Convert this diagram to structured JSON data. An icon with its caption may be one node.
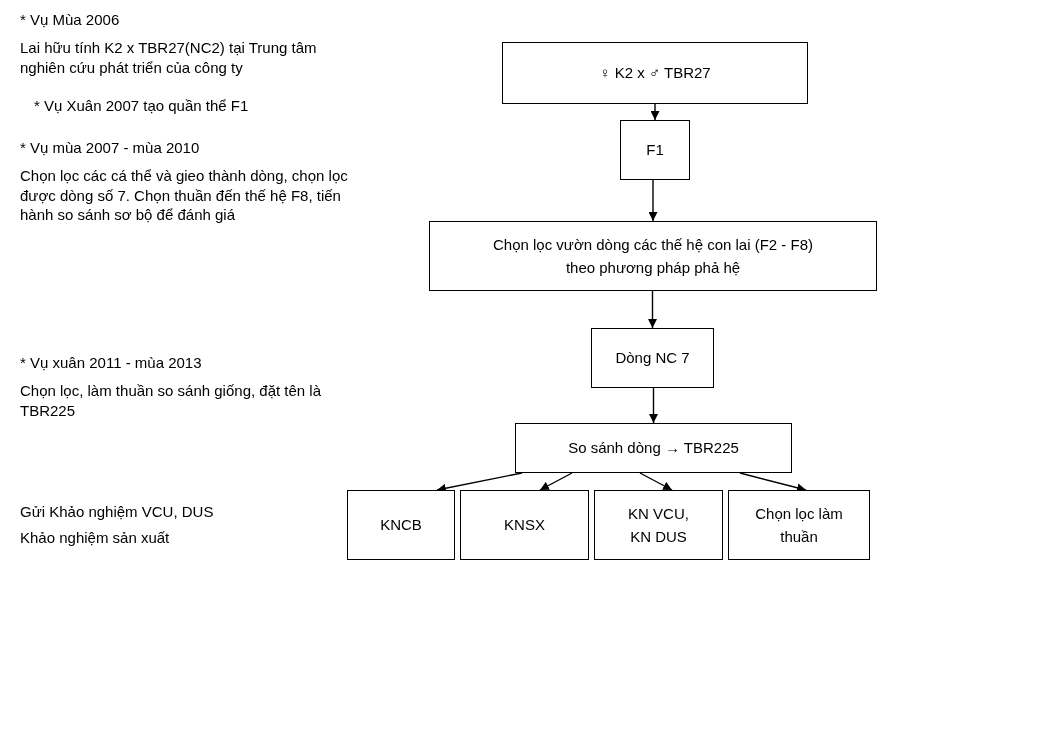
{
  "diagram": {
    "nodes": [
      {
        "text": [
          "♀ K2 x ♂ TBR27"
        ]
      },
      {
        "text": [
          "F1"
        ]
      },
      {
        "text": [
          "Chọn lọc vườn dòng các thế hệ con lai (F2 - F8) theo phương pháp phả hệ"
        ]
      },
      {
        "text": [
          "Dòng NC 7"
        ]
      },
      {
        "text": [
          "So sánh dòng → TBR225"
        ]
      },
      {
        "text": [
          "KNCB"
        ]
      },
      {
        "text": [
          "KNSX"
        ]
      },
      {
        "text": [
          "KN VCU, KN DUS"
        ]
      },
      {
        "text": [
          "Chọn lọc làm thuần"
        ]
      }
    ],
    "edges": [
      {
        "from": 0,
        "to": 1,
        "arrow": "to"
      },
      {
        "from": 1,
        "to": 2,
        "arrow": "to"
      },
      {
        "from": 2,
        "to": 3,
        "arrow": "to"
      },
      {
        "from": 3,
        "to": 4,
        "arrow": "to"
      },
      {
        "from": 4,
        "to": 5,
        "arrow": "to"
      },
      {
        "from": 4,
        "to": 6,
        "arrow": "to"
      },
      {
        "from": 4,
        "to": 7,
        "arrow": "to"
      },
      {
        "from": 4,
        "to": 8,
        "arrow": "to"
      }
    ],
    "labels": [
      "* Vụ Mùa 2006",
      "Lai hữu tính K2 x TBR27(NC2) tại Trung tâm nghiên cứu phát triển của công ty",
      "* Vụ Xuân 2007 tạo quần thể F1",
      "* Vụ mùa 2007 - mùa 2010",
      "Chọn lọc các cá thể và gieo thành dòng, chọn lọc được dòng số 7. Chọn thuần đến thế hệ F8, tiến hành so sánh sơ bộ để đánh giá",
      "* Vụ xuân 2011 - mùa 2013",
      "Chọn lọc, làm thuần so sánh giống, đặt tên là TBR225",
      "Gửi Khảo nghiệm VCU, DUS",
      "Khảo nghiệm sản xuất"
    ]
  }
}
